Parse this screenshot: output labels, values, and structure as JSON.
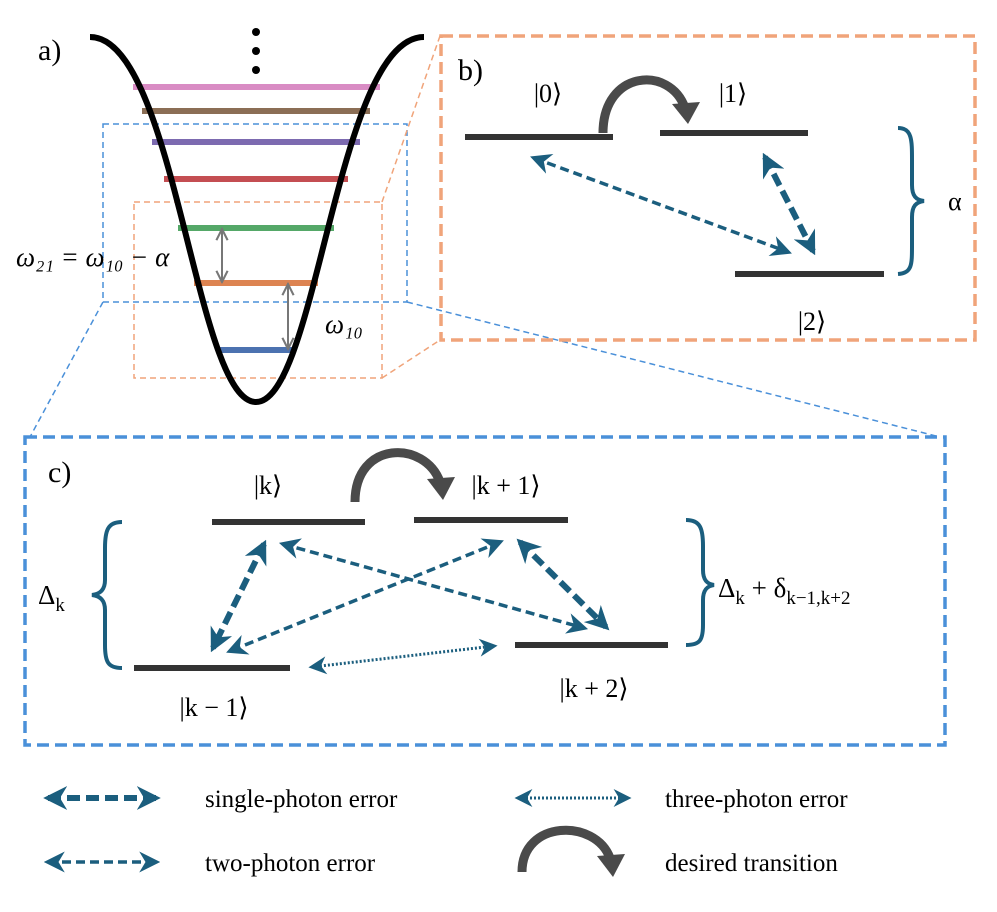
{
  "panel_a": {
    "label": "a)",
    "dots": "⋮",
    "level_colors": [
      "#d98cc4",
      "#8b6e55",
      "#7c6ab0",
      "#c44e52",
      "#55a868",
      "#dd8452",
      "#4c72b0"
    ],
    "anharmonic_relation": "ω₂₁ = ω₁₀ − α",
    "transition_label": "ω₁₀"
  },
  "panel_b": {
    "label": "b)",
    "states": [
      "|0⟩",
      "|1⟩",
      "|2⟩"
    ],
    "anharmonicity_label": "α",
    "frame_color": "#f0a47a"
  },
  "panel_c": {
    "label": "c)",
    "states": [
      "|k⟩",
      "|k + 1⟩",
      "|k − 1⟩",
      "|k + 2⟩"
    ],
    "left_gap_label": "Δ",
    "left_gap_sub": "k",
    "right_gap_label": "Δ",
    "right_gap_sub": "k",
    "right_gap_plus": " + δ",
    "right_gap_sub2": "k−1,k+2",
    "frame_color": "#4a90d9"
  },
  "legend": {
    "single_photon": "single-photon error",
    "three_photon": "three-photon error",
    "two_photon": "two-photon error",
    "desired": "desired transition"
  },
  "colors": {
    "error_arrow": "#1b5e7e",
    "desired_arrow": "#4a4a4a",
    "level": "#333333"
  }
}
